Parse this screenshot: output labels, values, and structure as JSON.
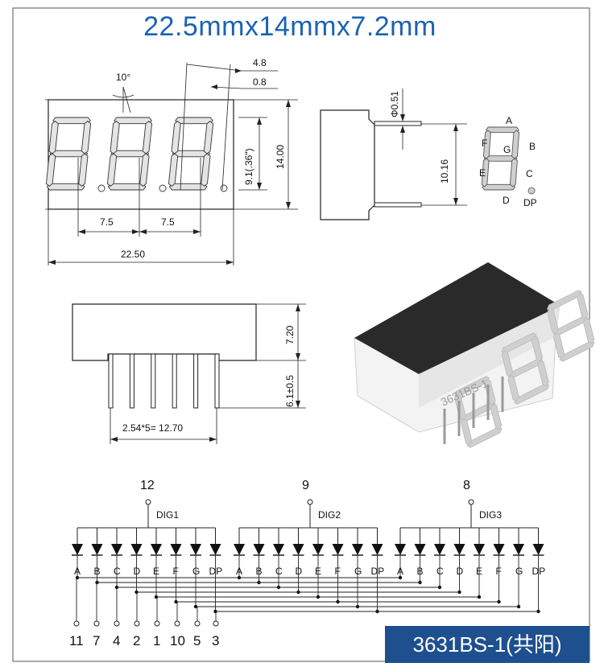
{
  "title": "22.5mmx14mmx7.2mm",
  "model_label": "3631BS-1(共阳)",
  "front_view": {
    "angle": "10°",
    "dim_4_8": "4.8",
    "dim_0_8": "0.8",
    "height_digit": "9.1(.36\")",
    "height_total": "14.00",
    "pitch_1": "7.5",
    "pitch_2": "7.5",
    "width_total": "22.50"
  },
  "side_view": {
    "pin_dia": "Φ0.51",
    "pin_span": "10.16"
  },
  "segment_labels": {
    "a": "A",
    "b": "B",
    "c": "C",
    "d": "D",
    "e": "E",
    "f": "F",
    "g": "G",
    "dp": "DP"
  },
  "bottom_view": {
    "body_height": "7.20",
    "pin_length": "6.1±0.5",
    "pin_pitch": "2.54*5= 12.70"
  },
  "photo_marking": "3631BS-1",
  "schematic": {
    "digits": [
      {
        "pin": "12",
        "name": "DIG1"
      },
      {
        "pin": "9",
        "name": "DIG2"
      },
      {
        "pin": "8",
        "name": "DIG3"
      }
    ],
    "segments": [
      "A",
      "B",
      "C",
      "D",
      "E",
      "F",
      "G",
      "DP"
    ],
    "pins": [
      "11",
      "7",
      "4",
      "2",
      "1",
      "10",
      "5",
      "3"
    ]
  },
  "colors": {
    "title": "#1b63b3",
    "model_box": "#1e4f8f",
    "segment_fill": "#cfcfcf",
    "photo_body": "#2a2a2a"
  }
}
